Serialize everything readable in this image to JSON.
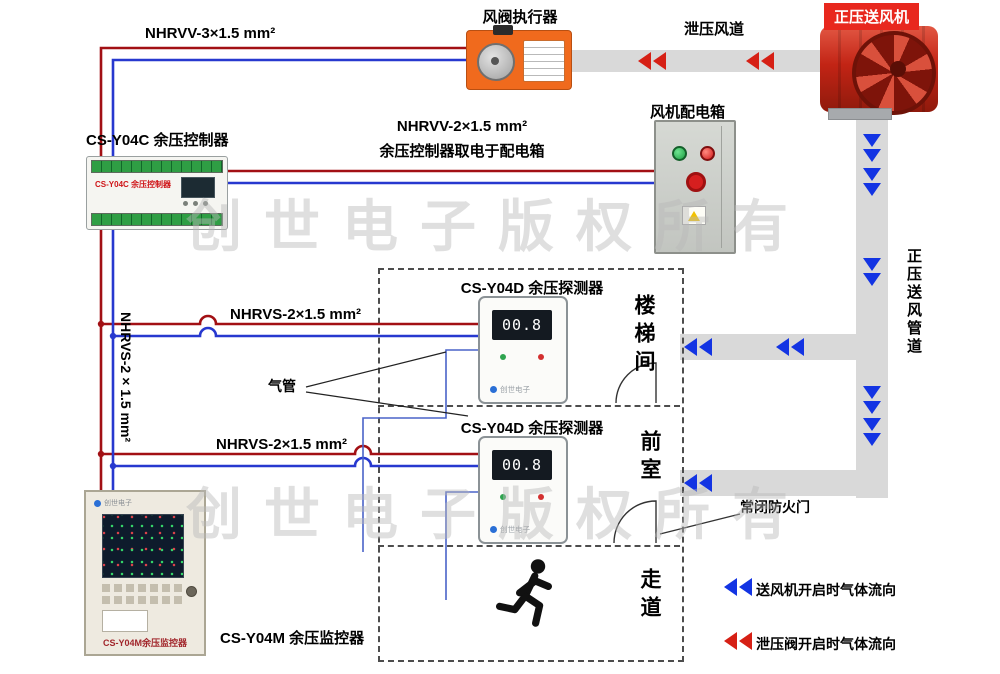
{
  "watermark": "创世电子版权所有",
  "components": {
    "actuator": "风阀执行器",
    "relief_duct": "泄压风道",
    "fan": "正压送风机",
    "power_box": "风机配电箱",
    "controller": "CS-Y04C 余压控制器",
    "detector1": "CS-Y04D 余压探测器",
    "detector2": "CS-Y04D 余压探测器",
    "monitor": "CS-Y04M 余压监控器",
    "supply_duct": "正压送风管道",
    "fire_door": "常闭防火门"
  },
  "cables": {
    "actuator_cable": "NHRVV-3×1.5 mm²",
    "power_cable": "NHRVV-2×1.5 mm²",
    "power_note": "余压控制器取电于配电箱",
    "detector1_cable": "NHRVS-2×1.5 mm²",
    "detector2_cable": "NHRVS-2×1.5 mm²",
    "monitor_cable": "NHRVS-2×1.5 mm²",
    "air_tube": "气管"
  },
  "rooms": {
    "stairwell": "楼梯间",
    "anteroom": "前室",
    "corridor": "走道"
  },
  "panel": {
    "detector1_reading": "00.8",
    "detector2_reading": "00.8",
    "controller_face": "CS-Y04C 余压控制器",
    "monitor_face": "CS-Y04M余压监控器",
    "brand": "创世电子"
  },
  "legend": {
    "supply_flow": "送风机开启时气体流向",
    "relief_flow": "泄压阀开启时气体流向"
  },
  "colors": {
    "wire_red": "#a21014",
    "wire_blue": "#2738cf",
    "duct_gray": "#d9d9d9",
    "arrow_blue": "#1334e3",
    "arrow_red": "#d62015",
    "fan_red": "#c22415",
    "actuator_orange": "#f06a1d"
  }
}
